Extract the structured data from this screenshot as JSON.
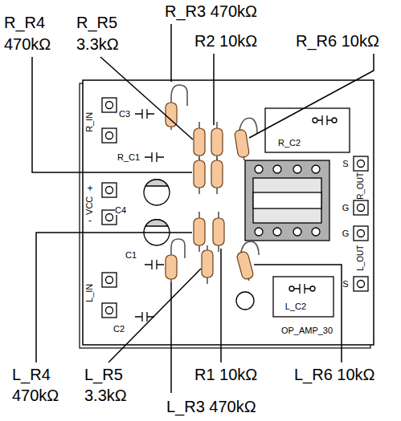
{
  "diagram": {
    "labels": [
      "R_R3 470kΩ",
      "R_R4",
      "R_R5",
      "470kΩ",
      "3.3kΩ",
      "R2 10kΩ",
      "R_R6 10kΩ",
      "L_R4",
      "L_R5",
      "R1 10kΩ",
      "L_R6 10kΩ",
      "470kΩ",
      "3.3kΩ",
      "L_R3 470kΩ",
      "R_IN",
      "+",
      "VCC",
      "-",
      "L_IN",
      "S",
      "R_OUT",
      "G",
      "G",
      "L_OUT",
      "S",
      "R_C1",
      "R_C2",
      "C3",
      "C4",
      "C1",
      "C2",
      "L_C2",
      "OP_AMP_30"
    ]
  }
}
